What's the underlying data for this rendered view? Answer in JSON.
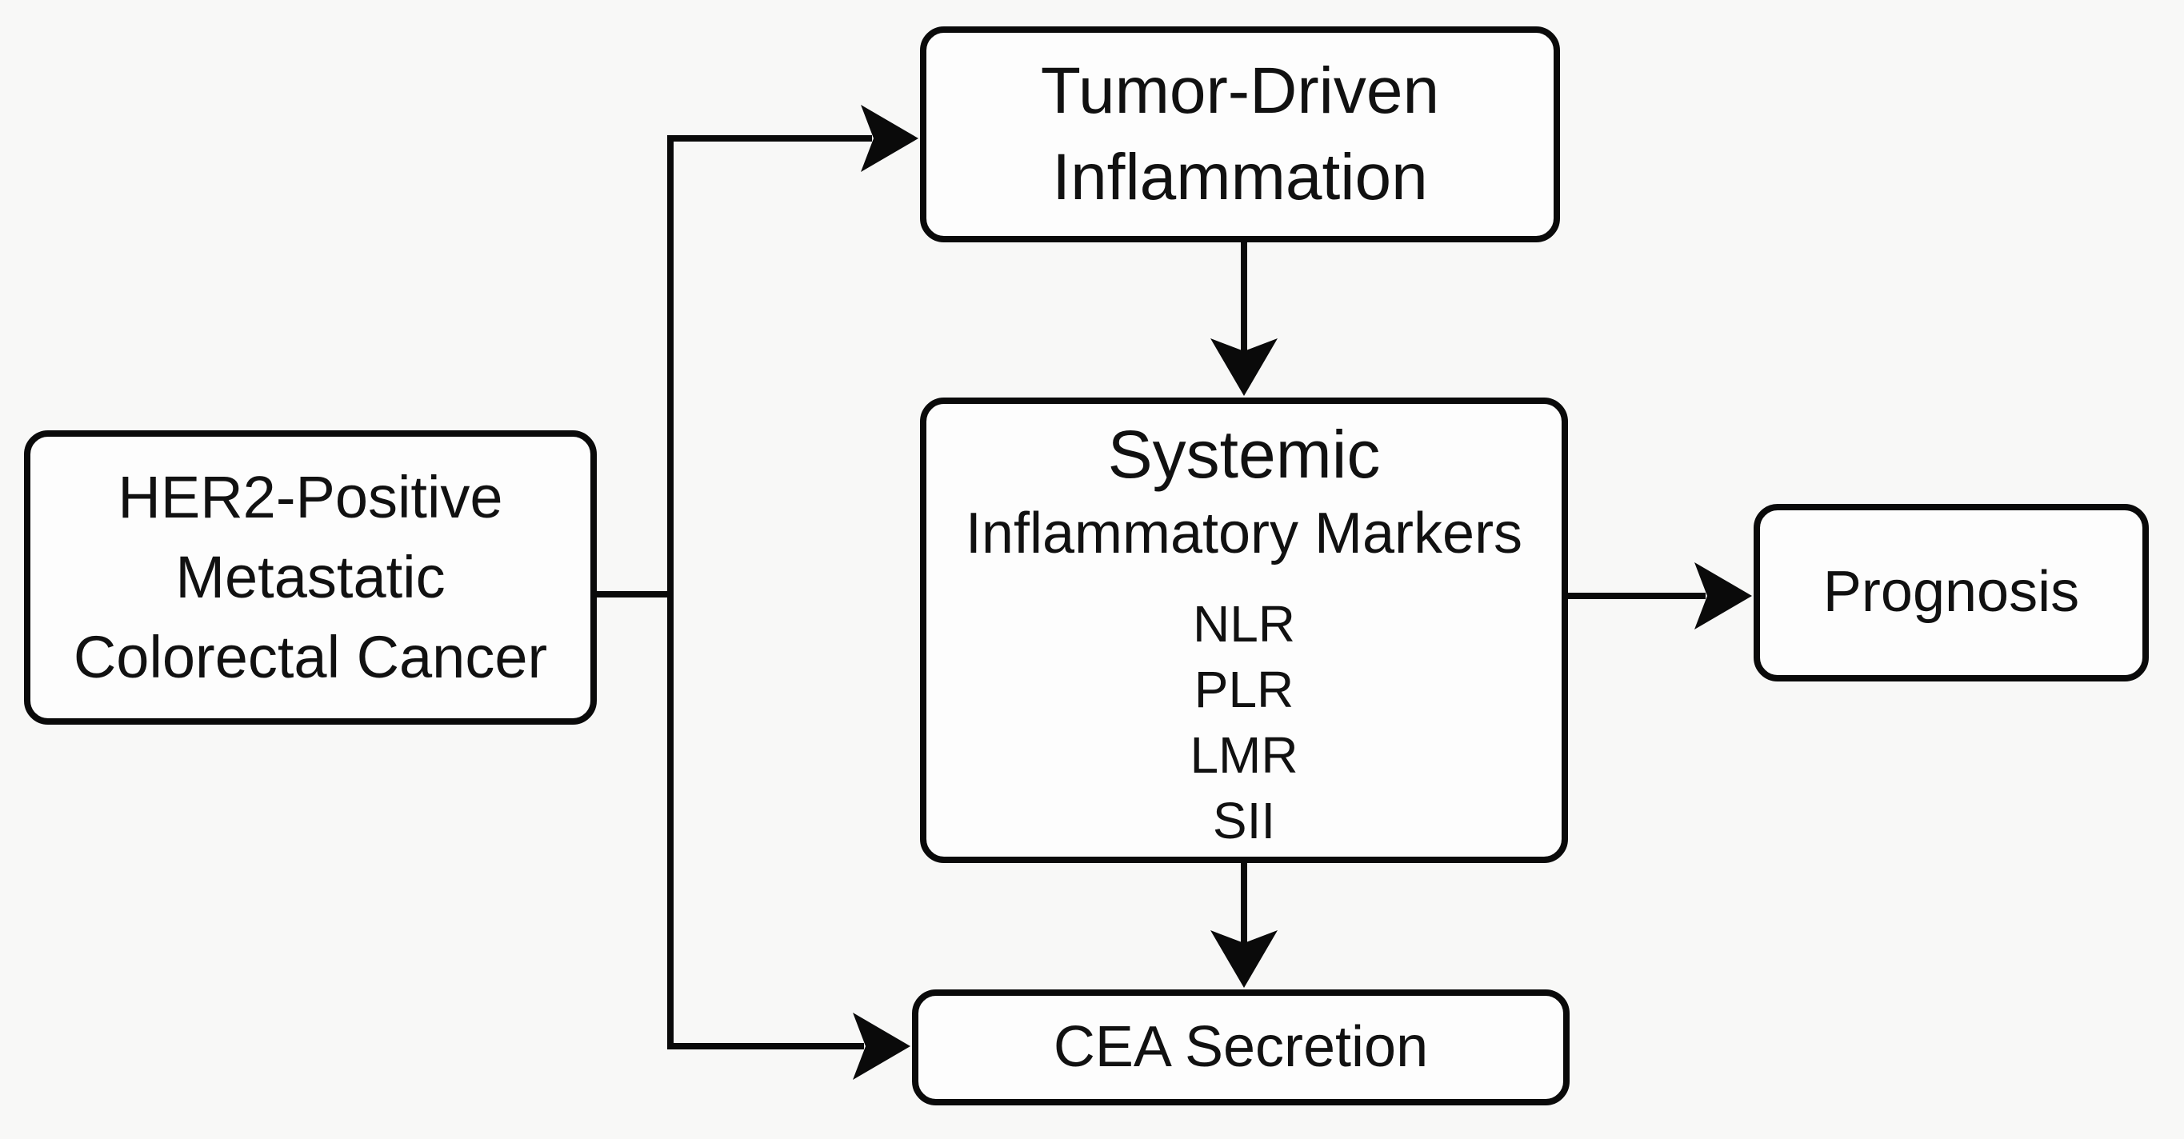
{
  "diagram": {
    "type": "flowchart",
    "background_color": "#f8f8f7",
    "box_fill_color": "#fdfdfd",
    "box_border_color": "#0a0a0a",
    "connector_color": "#0a0a0a",
    "text_color": "#111111",
    "nodes": {
      "her2": {
        "id": "her2-positive-metastatic-colorectal-cancer",
        "lines": [
          "HER2-Positive",
          "Metastatic",
          "Colorectal Cancer"
        ]
      },
      "tumor": {
        "id": "tumor-driven-inflammation",
        "lines": [
          "Tumor-Driven",
          "Inflammation"
        ]
      },
      "systemic": {
        "id": "systemic-inflammatory-markers",
        "title": "Systemic",
        "subtitle": "Inflammatory Markers",
        "markers": [
          "NLR",
          "PLR",
          "LMR",
          "SII"
        ]
      },
      "prognosis": {
        "id": "prognosis",
        "label": "Prognosis"
      },
      "cea": {
        "id": "cea-secretion",
        "label": "CEA Secretion"
      }
    },
    "edges": [
      {
        "from": "HER2-Positive Metastatic Colorectal Cancer",
        "to": "Tumor-Driven Inflammation"
      },
      {
        "from": "HER2-Positive Metastatic Colorectal Cancer",
        "to": "CEA Secretion"
      },
      {
        "from": "Tumor-Driven Inflammation",
        "to": "Systemic Inflammatory Markers"
      },
      {
        "from": "Systemic Inflammatory Markers",
        "to": "Prognosis"
      },
      {
        "from": "Systemic Inflammatory Markers",
        "to": "CEA Secretion"
      }
    ]
  }
}
